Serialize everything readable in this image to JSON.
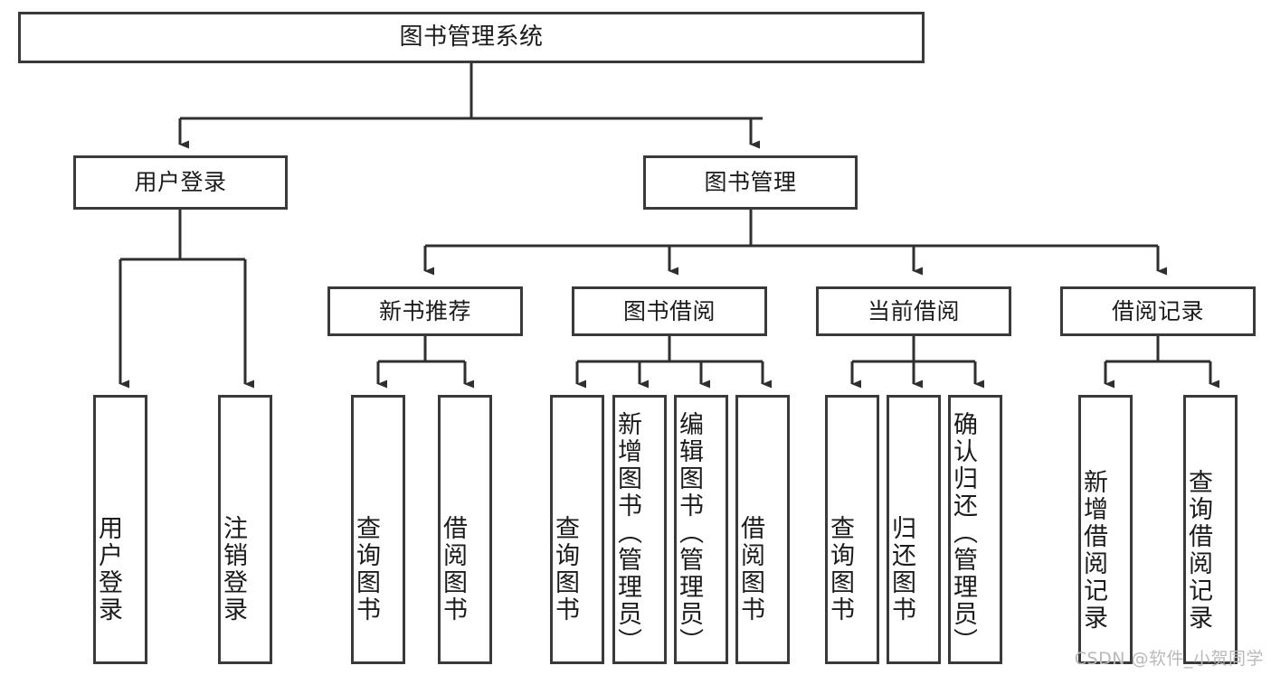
{
  "diagram": {
    "title": "图书管理系统",
    "watermark": "CSDN @软件_小贺同学",
    "colors": {
      "border": "#3a3a3a",
      "background": "#ffffff",
      "text": "#1b1b1b",
      "connector": "#2f2f2f",
      "watermark": "#b9b9b9"
    },
    "root": {
      "label": "图书管理系统"
    },
    "level2": [
      {
        "label": "用户登录"
      },
      {
        "label": "图书管理"
      }
    ],
    "level3": [
      {
        "label": "新书推荐"
      },
      {
        "label": "图书借阅"
      },
      {
        "label": "当前借阅"
      },
      {
        "label": "借阅记录"
      }
    ],
    "leaves": {
      "user_login": [
        {
          "label": "用户登录"
        },
        {
          "label": "注销登录"
        }
      ],
      "new_book_recommend": [
        {
          "label": "查询图书"
        },
        {
          "label": "借阅图书"
        }
      ],
      "book_borrow": [
        {
          "label": "查询图书"
        },
        {
          "label": "新增图书（管理员）"
        },
        {
          "label": "编辑图书（管理员）"
        },
        {
          "label": "借阅图书"
        }
      ],
      "current_borrow": [
        {
          "label": "查询图书"
        },
        {
          "label": "归还图书"
        },
        {
          "label": "确认归还（管理员）"
        }
      ],
      "borrow_record": [
        {
          "label": "新增借阅记录"
        },
        {
          "label": "查询借阅记录"
        }
      ]
    }
  }
}
